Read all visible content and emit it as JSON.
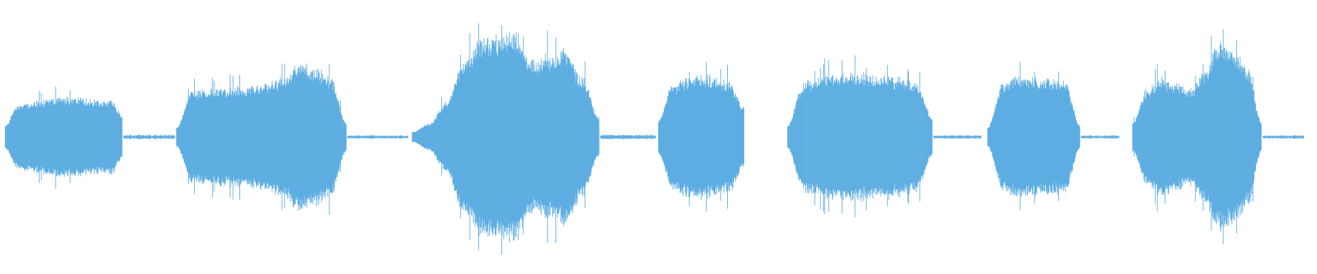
{
  "waveform": {
    "color": "#5dade2",
    "amplitude_scale": 1.0,
    "segments": [
      {
        "type": "blob",
        "start": 0.004,
        "end": 0.093,
        "envelope": [
          0.12,
          0.32,
          0.35,
          0.37,
          0.39,
          0.4,
          0.4,
          0.38,
          0.37,
          0.38,
          0.22
        ]
      },
      {
        "type": "silence",
        "start": 0.094,
        "end": 0.133,
        "level": 0.02
      },
      {
        "type": "blob",
        "start": 0.134,
        "end": 0.263,
        "envelope": [
          0.1,
          0.45,
          0.48,
          0.49,
          0.5,
          0.52,
          0.55,
          0.62,
          0.75,
          0.7,
          0.6,
          0.15
        ]
      },
      {
        "type": "silence",
        "start": 0.264,
        "end": 0.31,
        "level": 0.015
      },
      {
        "type": "blob",
        "start": 0.313,
        "end": 0.455,
        "envelope": [
          0.05,
          0.14,
          0.35,
          0.75,
          0.98,
          1.02,
          1.08,
          0.76,
          0.82,
          0.88,
          0.6,
          0.2
        ]
      },
      {
        "type": "silence",
        "start": 0.456,
        "end": 0.498,
        "level": 0.02
      },
      {
        "type": "blob",
        "start": 0.5,
        "end": 0.565,
        "envelope": [
          0.18,
          0.52,
          0.6,
          0.62,
          0.6,
          0.55,
          0.3
        ]
      },
      {
        "type": "blob",
        "start": 0.598,
        "end": 0.708,
        "envelope": [
          0.12,
          0.55,
          0.6,
          0.62,
          0.64,
          0.63,
          0.62,
          0.6,
          0.55,
          0.2
        ]
      },
      {
        "type": "silence",
        "start": 0.709,
        "end": 0.745,
        "level": 0.015
      },
      {
        "type": "blob",
        "start": 0.75,
        "end": 0.82,
        "envelope": [
          0.1,
          0.55,
          0.62,
          0.6,
          0.58,
          0.56,
          0.12
        ]
      },
      {
        "type": "silence",
        "start": 0.821,
        "end": 0.85,
        "level": 0.015
      },
      {
        "type": "blob",
        "start": 0.86,
        "end": 0.958,
        "envelope": [
          0.15,
          0.48,
          0.6,
          0.55,
          0.48,
          0.65,
          0.95,
          0.88,
          0.7,
          0.15
        ]
      },
      {
        "type": "silence",
        "start": 0.959,
        "end": 0.99,
        "level": 0.015
      }
    ]
  }
}
